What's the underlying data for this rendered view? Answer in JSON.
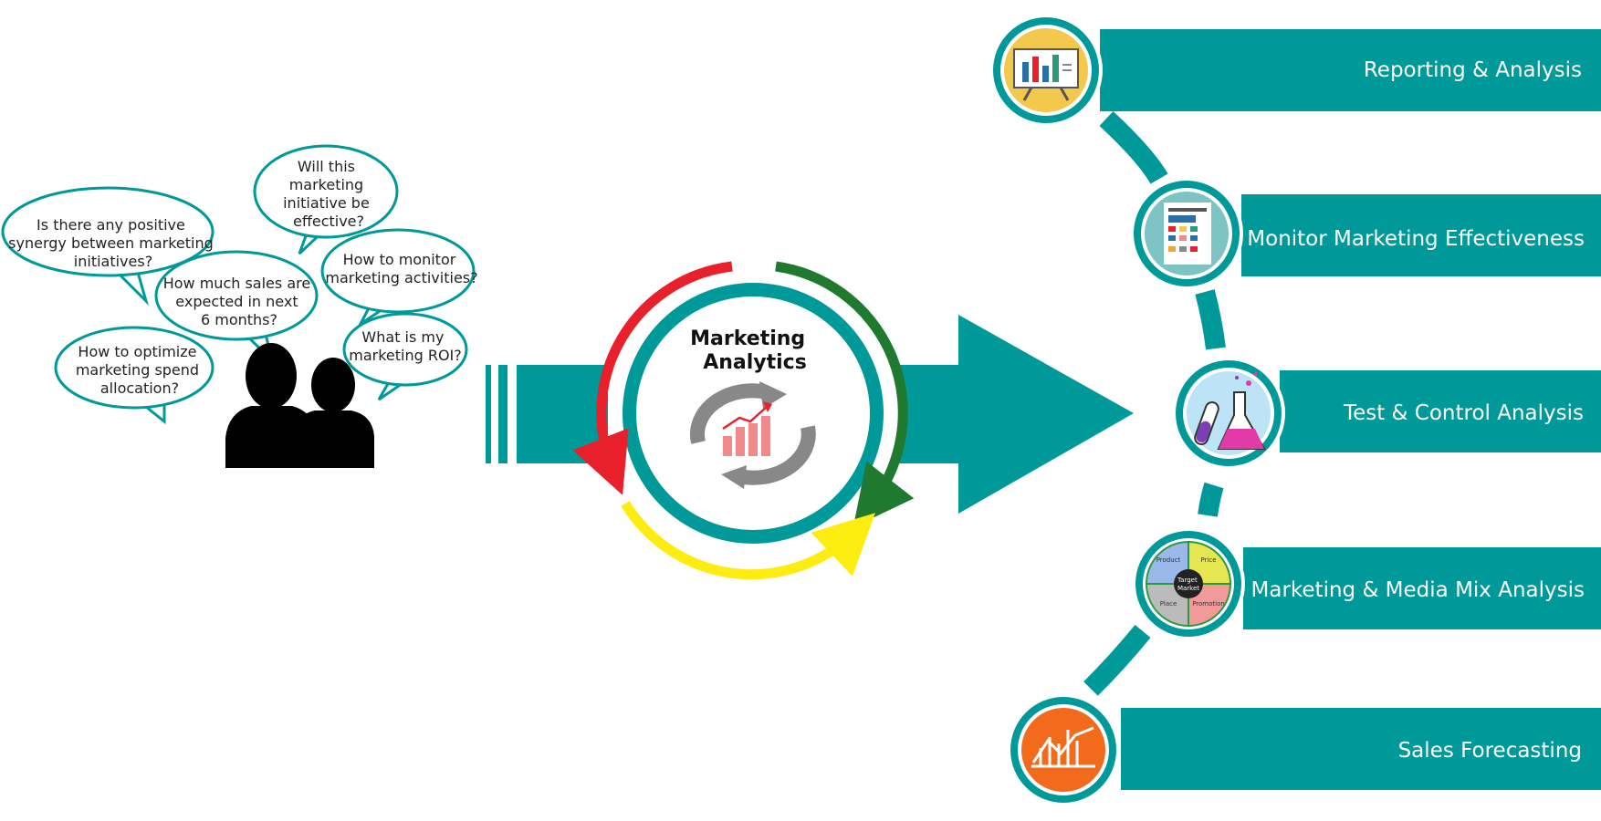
{
  "questions": [
    {
      "lines": [
        "Is there any positive",
        "synergy between marketing",
        "initiatives?"
      ]
    },
    {
      "lines": [
        "Will this",
        "marketing",
        "initiative be",
        "effective?"
      ]
    },
    {
      "lines": [
        "How much sales are",
        "expected in next",
        "6 months?"
      ]
    },
    {
      "lines": [
        "How to monitor",
        "marketing activities?"
      ]
    },
    {
      "lines": [
        "How to optimize",
        "marketing spend",
        "allocation?"
      ]
    },
    {
      "lines": [
        "What is my",
        "marketing ROI?"
      ]
    }
  ],
  "center": {
    "title_line1": "Marketing",
    "title_line2": "Analytics"
  },
  "outcomes": [
    {
      "label": "Reporting & Analysis",
      "icon": "presentation-chart-icon",
      "icon_bg": "#f2c94c"
    },
    {
      "label": "Monitor Marketing Effectiveness",
      "icon": "dashboard-report-icon",
      "icon_bg": "#7dc3c4"
    },
    {
      "label": "Test & Control Analysis",
      "icon": "lab-flasks-icon",
      "icon_bg": "#bde3f7"
    },
    {
      "label": "Marketing & Media Mix Analysis",
      "icon": "marketing-mix-pie-icon",
      "icon_bg": "#ffffff"
    },
    {
      "label": "Sales Forecasting",
      "icon": "sales-trend-chart-icon",
      "icon_bg": "#f26a1b"
    }
  ],
  "marketing_mix": {
    "center_lines": [
      "Target",
      "Market"
    ],
    "quadrants": [
      "Product",
      "Price",
      "Place",
      "Promotion"
    ]
  },
  "colors": {
    "teal": "#00999a",
    "red": "#e8202b",
    "green": "#1f7a30",
    "yellow": "#fdec0f"
  }
}
